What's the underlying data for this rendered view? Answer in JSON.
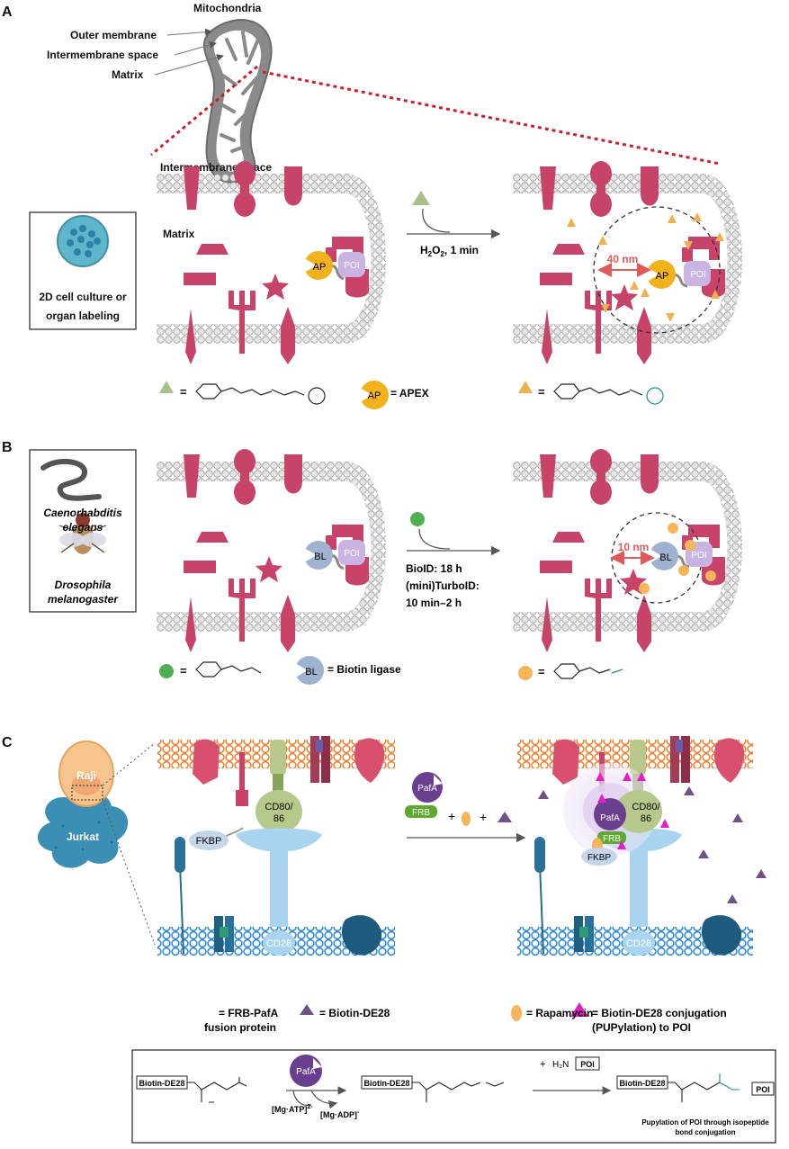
{
  "panels": {
    "A": {
      "letter": "A",
      "mito": {
        "title": "Mitochondria",
        "outer": "Outer membrane",
        "ims": "Intermembrane space",
        "matrix": "Matrix"
      },
      "ims_label": "Intermembrane space",
      "matrix_label": "Matrix",
      "culture_line1": "2D cell culture or",
      "culture_line2": "organ labeling",
      "ap": "AP",
      "poi": "POI",
      "radius": "40 nm",
      "cond_main": "H",
      "cond_sub": "2",
      "cond_mid": "O",
      "cond_sub2": "2",
      "cond_tail": ", 1 min",
      "legend_eq": "=",
      "legend_apex": "= APEX"
    },
    "B": {
      "letter": "B",
      "worm_line1": "Caenorhabditis",
      "worm_line2": "elegans",
      "fly_line1": "Drosophila",
      "fly_line2": "melanogaster",
      "bl": "BL",
      "poi": "POI",
      "radius": "10 nm",
      "cond1": "BioID: 18 h",
      "cond2": "(mini)TurboID:",
      "cond3": "10 min–2 h",
      "legend_eq": "=",
      "legend_bl": "= Biotin ligase"
    },
    "C": {
      "letter": "C",
      "raji": "Raji",
      "jurkat": "Jurkat",
      "pafa": "PafA",
      "frb": "FRB",
      "fkbp": "FKBP",
      "cd80": "CD80/",
      "cd86": "86",
      "cd28": "CD28",
      "plus": "+",
      "leg_frb1": "= FRB-PafA",
      "leg_frb2": "fusion protein",
      "leg_biotin": "= Biotin-DE28",
      "leg_rapa": "= Rapamycin",
      "leg_conj1": "= Biotin-DE28 conjugation",
      "leg_conj2": "(PUPylation) to POI",
      "scheme": {
        "biotin_de28": "Biotin-DE28",
        "mgatp": "[Mg·ATP]",
        "mgatp_sup": "2-",
        "mgadp": "[Mg·ADP]",
        "mgadp_sup": "-",
        "h2n": "H₂N",
        "poi": "POI",
        "caption1": "Pupylation of POI through isopeptide",
        "caption2": "bond conjugation"
      }
    }
  },
  "colors": {
    "protein": "#c8436a",
    "ap": "#f2b21c",
    "poi": "#c9b3e0",
    "bl": "#9fb3d1",
    "triangle_green": "#a9c08a",
    "triangle_orange": "#f0b050",
    "biotin_green": "#4caf50",
    "biotin_orange": "#f7b55a",
    "pafa": "#6b3f8f",
    "frb": "#5fa832",
    "magenta": "#e21fc7",
    "biotin_purple": "#6e5289"
  }
}
